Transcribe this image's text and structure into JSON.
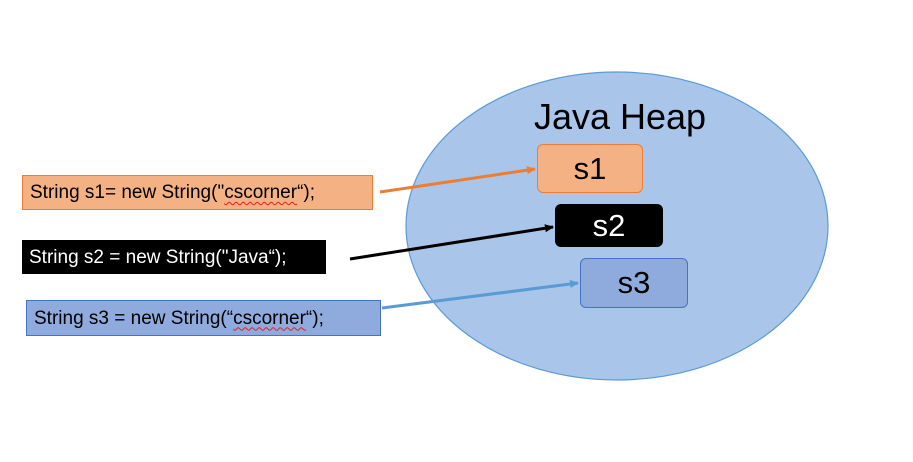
{
  "heap": {
    "title": "Java Heap",
    "fill": "#a9c5e9",
    "stroke": "#5b9bd5"
  },
  "statements": [
    {
      "prefix": "String s1= new String(\"",
      "literal": "cscorner",
      "suffix": "“);",
      "color": "#ed7d31"
    },
    {
      "text": "String s2 = new String(\"Java“);",
      "color": "#000000"
    },
    {
      "prefix": "String s3 = new String(“",
      "literal": "cscorner",
      "suffix": "“);",
      "color": "#5b9bd5"
    }
  ],
  "objects": [
    {
      "label": "s1"
    },
    {
      "label": "s2"
    },
    {
      "label": "s3"
    }
  ]
}
